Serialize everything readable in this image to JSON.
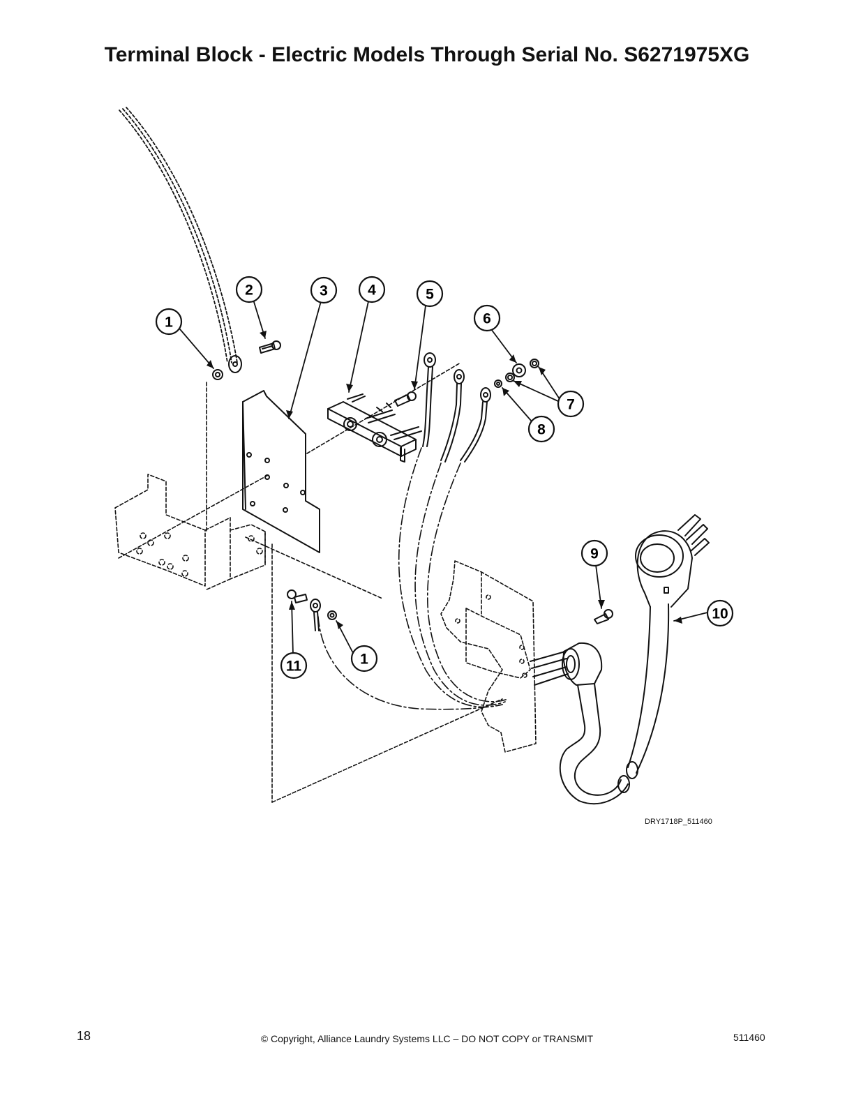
{
  "page": {
    "title": "Terminal Block - Electric Models Through Serial No. S6271975XG",
    "figure_id": "DRY1718P_511460",
    "page_number": "18",
    "copyright": "© Copyright, Alliance Laundry Systems LLC – DO NOT COPY or TRANSMIT",
    "document_number": "511460"
  },
  "callouts": [
    "1",
    "2",
    "3",
    "4",
    "5",
    "6",
    "7",
    "8",
    "9",
    "10",
    "11",
    "1"
  ],
  "colors": {
    "line": "#111111",
    "background": "#ffffff"
  }
}
